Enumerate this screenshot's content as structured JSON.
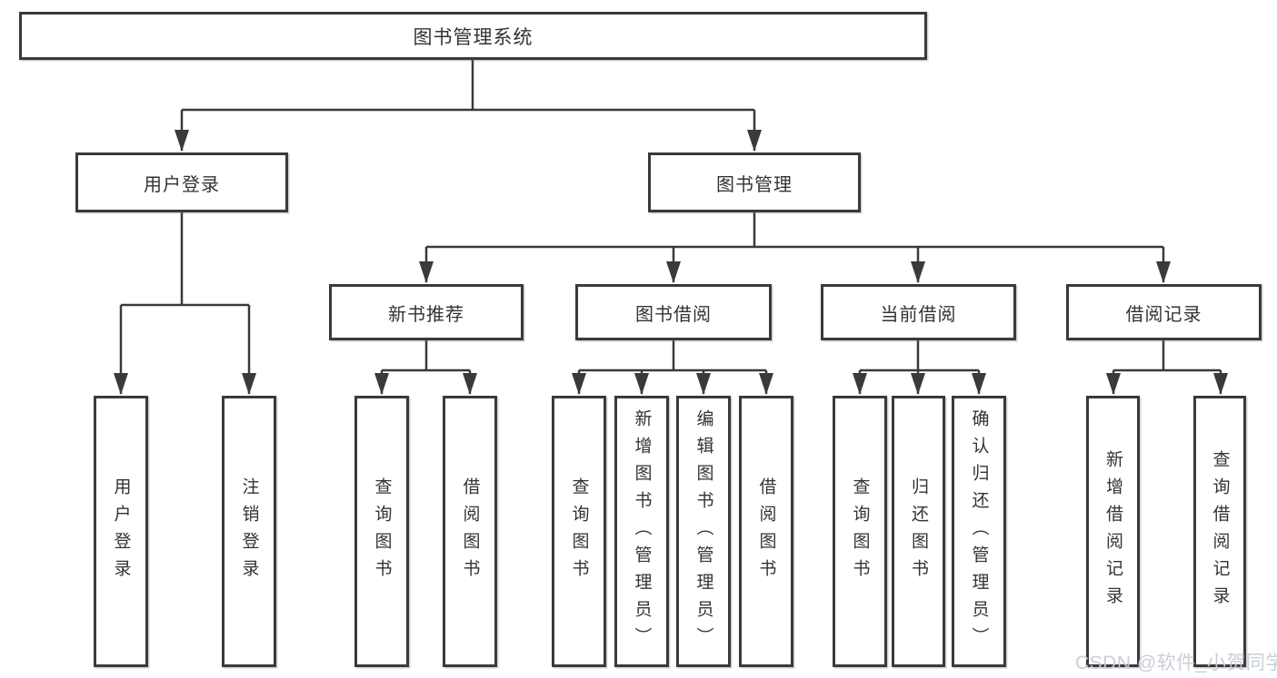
{
  "diagram": {
    "root": {
      "label": "图书管理系统"
    },
    "level2": [
      {
        "label": "用户登录",
        "children": [
          {
            "label": "用户登录"
          },
          {
            "label": "注销登录"
          }
        ]
      },
      {
        "label": "图书管理",
        "children": [
          {
            "label": "新书推荐",
            "children": [
              {
                "label": "查询图书"
              },
              {
                "label": "借阅图书"
              }
            ]
          },
          {
            "label": "图书借阅",
            "children": [
              {
                "label": "查询图书"
              },
              {
                "label": "新增图书（管理员）"
              },
              {
                "label": "编辑图书（管理员）"
              },
              {
                "label": "借阅图书"
              }
            ]
          },
          {
            "label": "当前借阅",
            "children": [
              {
                "label": "查询图书"
              },
              {
                "label": "归还图书"
              },
              {
                "label": "确认归还（管理员）"
              }
            ]
          },
          {
            "label": "借阅记录",
            "children": [
              {
                "label": "新增借阅记录"
              },
              {
                "label": "查询借阅记录"
              }
            ]
          }
        ]
      }
    ]
  },
  "watermark": {
    "text": "CSDN @软件_小贺同学"
  },
  "colors": {
    "background": "#ffffff",
    "line": "#3a3a3a",
    "box_border": "#3a3a3a",
    "text": "#333333",
    "watermark": "#c7ccd6"
  }
}
